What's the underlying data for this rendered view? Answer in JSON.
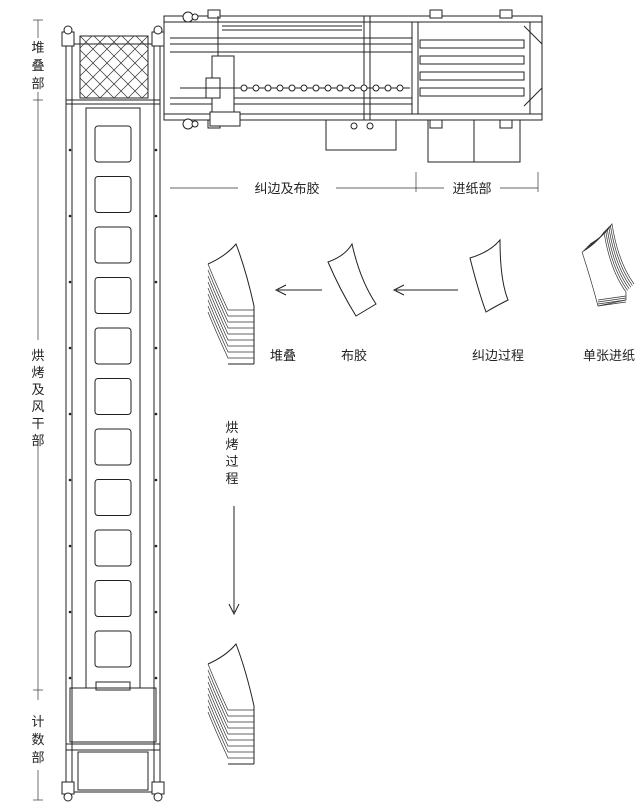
{
  "side_labels": {
    "stacking": "堆叠部",
    "drying": "烘烤及风干部",
    "counting": "计数部"
  },
  "top_labels": {
    "edge_glue": "纠边及布胶",
    "feed": "进纸部"
  },
  "flow_labels": {
    "stack": "堆叠",
    "glue": "布胶",
    "edge": "纠边过程",
    "single": "单张进纸",
    "baking": "烘烤过程"
  }
}
